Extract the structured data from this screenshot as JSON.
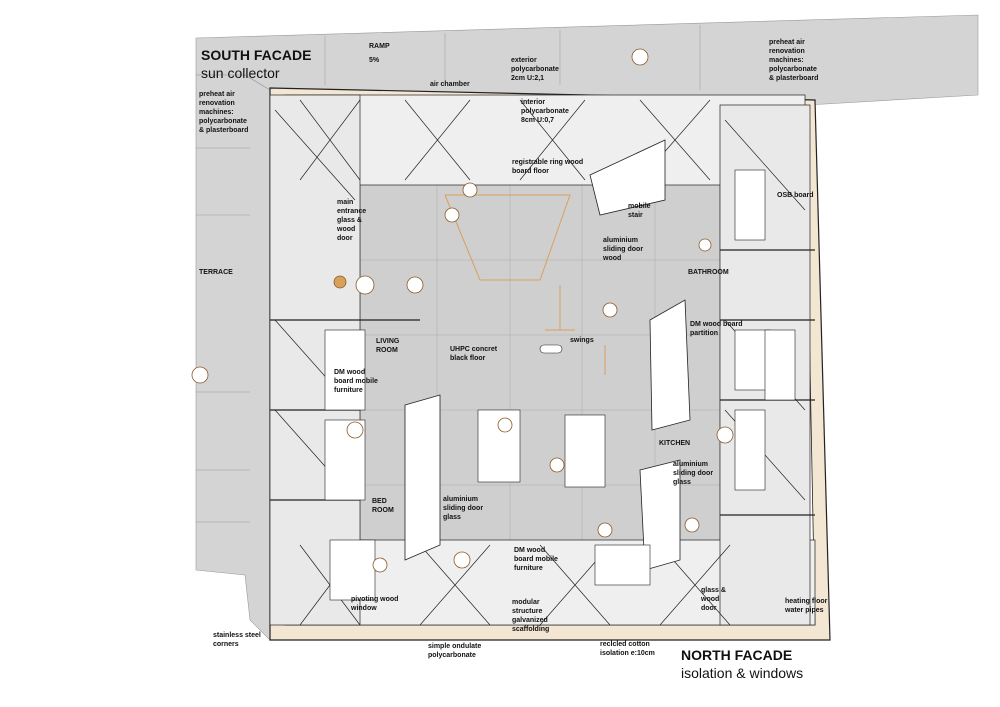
{
  "facades": {
    "south": {
      "title": "SOUTH FACADE",
      "subtitle": "sun collector"
    },
    "north": {
      "title": "NORTH FACADE",
      "subtitle": "isolation & windows"
    }
  },
  "labels": {
    "ramp": "RAMP",
    "ramp_slope": "5%",
    "exterior_polycarbonate": "exterior polycarbonate 2cm U:2,1",
    "air_chamber": "air chamber",
    "interior_polycarbonate": "interior polycarbonate 8cm U:0,7",
    "preheat_air_left": "preheat air renovation machines: polycarbonate & plasterboard",
    "preheat_air_right": "preheat air renovation machines: polycarbonate & plasterboard",
    "registrable_ring": "registrable ring wood board floor",
    "mobile_stair": "mobile stair",
    "osb_board": "OSB board",
    "main_entrance": "main entrance glass & wood door",
    "terrace": "TERRACE",
    "aluminium_sliding_wood": "aluminium sliding door wood",
    "bathroom": "BATHROOM",
    "dm_partition": "DM wood board partition",
    "living_room": "LIVING ROOM",
    "uhpc_floor": "UHPC concret black floor",
    "swings": "swings",
    "dm_mobile_left": "DM wood board mobile furniture",
    "kitchen": "KITCHEN",
    "aluminium_sliding_glass_right": "aluminium sliding door glass",
    "bed_room": "BED ROOM",
    "aluminium_sliding_glass_center": "aluminium sliding door glass",
    "dm_mobile_bottom": "DM wood board mobile furniture",
    "glass_wood_door": "glass & wood door",
    "heating_floor": "heating floor water pipes",
    "pivoting_window": "pivoting wood window",
    "modular_structure": "modular structure galvanized scaffolding",
    "stainless_corners": "stainless steel corners",
    "simple_ondulate": "simple ondulate polycarbonate",
    "recycled_cotton": "reclcled cotton isolation e:10cm"
  },
  "colors": {
    "panel_grey": "#d4d4d4",
    "floor_grey": "#cfcfcf",
    "wood_accent": "#d9a05b",
    "line_dark": "#222222"
  }
}
